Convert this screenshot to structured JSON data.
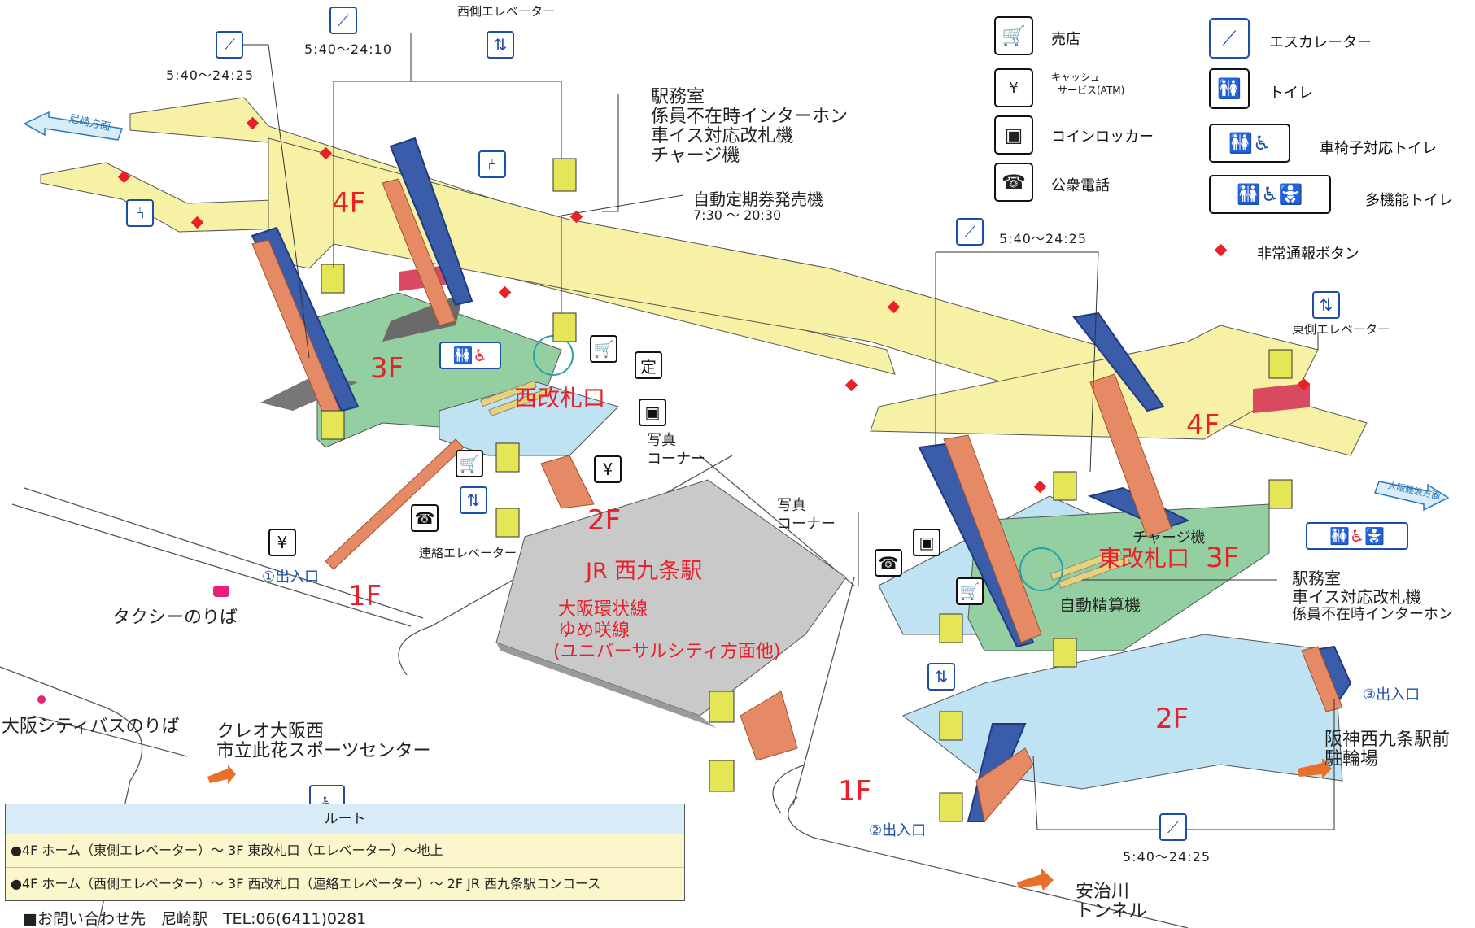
{
  "legend": {
    "items": [
      {
        "icon": "shop-icon",
        "label": "売店"
      },
      {
        "icon": "atm-icon",
        "label": "キャッシュサービス(ATM)"
      },
      {
        "icon": "coin-locker-icon",
        "label": "コインロッカー"
      },
      {
        "icon": "payphone-icon",
        "label": "公衆電話"
      },
      {
        "icon": "escalator-icon",
        "label": "エスカレーター"
      },
      {
        "icon": "toilet-icon",
        "label": "トイレ"
      },
      {
        "icon": "wheelchair-toilet-icon",
        "label": "車椅子対応トイレ"
      },
      {
        "icon": "multipurpose-toilet-icon",
        "label": "多機能トイレ"
      },
      {
        "icon": "emergency-button-icon",
        "label": "非常通報ボタン"
      }
    ],
    "atm_line1": "キャッシュ",
    "atm_line2": "サービス(ATM)"
  },
  "floors": {
    "f4_west": "4F",
    "f4_east": "4F",
    "f3_west": "3F",
    "f3_east": "3F",
    "f2_west": "2F",
    "f2_east": "2F",
    "f1_west": "1F",
    "f1_east": "1F"
  },
  "gates": {
    "west": "西改札口",
    "east": "東改札口"
  },
  "times": {
    "esc_west_a": "5:40〜24:25",
    "esc_west_b": "5:40〜24:10",
    "ticket_machine_hours": "7:30 〜 20:30",
    "esc_east_a": "5:40〜24:25",
    "esc_east_b": "5:40〜24:25"
  },
  "labels": {
    "west_elevator": "西側エレベーター",
    "east_elevator": "東側エレベーター",
    "link_elevator": "連絡エレベーター",
    "office_west": [
      "駅務室",
      "係員不在時インターホン",
      "車イス対応改札機",
      "チャージ機"
    ],
    "commuter_pass_machine": "自動定期券発売機",
    "photo_corner_a": [
      "写真",
      "コーナー"
    ],
    "photo_corner_b": [
      "写真",
      "コーナー"
    ],
    "charge_machine": "チャージ機",
    "fare_adjust": "自動精算機",
    "office_east": [
      "駅務室",
      "車イス対応改札機",
      "係員不在時インターホン"
    ],
    "jr_station": "JR 西九条駅",
    "jr_lines": [
      "大阪環状線",
      "ゆめ咲線",
      "(ユニバーサルシティ方面他)"
    ],
    "exit1": "①出入口",
    "exit2": "②出入口",
    "exit3": "③出入口",
    "taxi": "タクシーのりば",
    "citybus": "大阪シティバスのりば",
    "creo": [
      "クレオ大阪西",
      "市立此花スポーツセンター"
    ],
    "hanshin_bike": [
      "阪神西九条駅前",
      "駐輪場"
    ],
    "ajigawa": [
      "安治川",
      "トンネル"
    ],
    "to_amagasaki": "尼崎方面",
    "to_osakanamba": "大阪難波方面"
  },
  "route": {
    "title": "ルート",
    "rows": [
      "●4F ホーム（東側エレベーター）〜 3F 東改札口（エレベーター）〜地上",
      "●4F ホーム（西側エレベーター）〜 3F 西改札口（連絡エレベーター）〜 2F JR 西九条駅コンコース"
    ]
  },
  "contact": "■お問い合わせ先　尼崎駅　TEL:06(6411)0281",
  "colors": {
    "platform": "#f7f1a6",
    "concourse_green": "#93cfa0",
    "concourse_blue": "#bfe3f2",
    "jr_grey": "#c9c9c9",
    "escalator": "#3b5ca8",
    "stairs": "#e58a64",
    "red": "#e8202a",
    "elevator": "#e4e655"
  }
}
